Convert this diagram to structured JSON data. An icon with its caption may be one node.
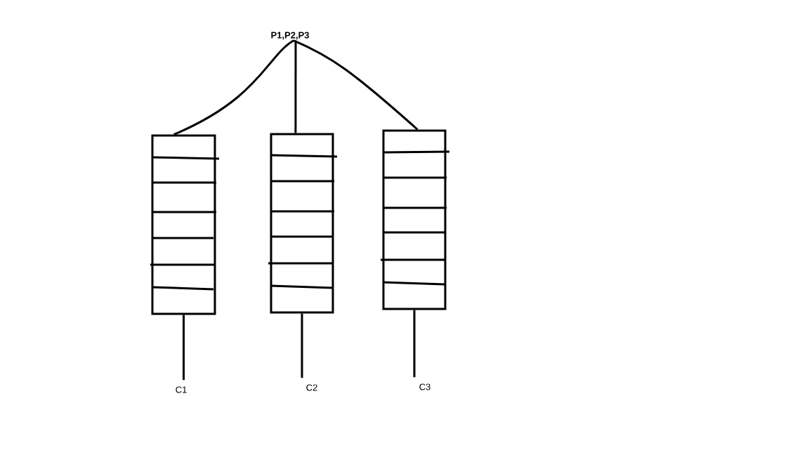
{
  "diagram": {
    "nodes": [
      {
        "text": [
          "P1,P2,P3"
        ]
      },
      {
        "text": [],
        "shape": "box"
      },
      {
        "text": [],
        "shape": "box"
      },
      {
        "text": [],
        "shape": "box"
      },
      {
        "text": [
          "C1"
        ]
      },
      {
        "text": [
          "C2"
        ]
      },
      {
        "text": [
          "C3"
        ]
      }
    ],
    "edges": [
      {
        "from": 0,
        "to": 1,
        "arrow": "none"
      },
      {
        "from": 0,
        "to": 2,
        "arrow": "none"
      },
      {
        "from": 0,
        "to": 3,
        "arrow": "none"
      },
      {
        "from": 1,
        "to": 4,
        "arrow": "none"
      },
      {
        "from": 2,
        "to": 5,
        "arrow": "none"
      },
      {
        "from": 3,
        "to": 6,
        "arrow": "none"
      }
    ]
  }
}
